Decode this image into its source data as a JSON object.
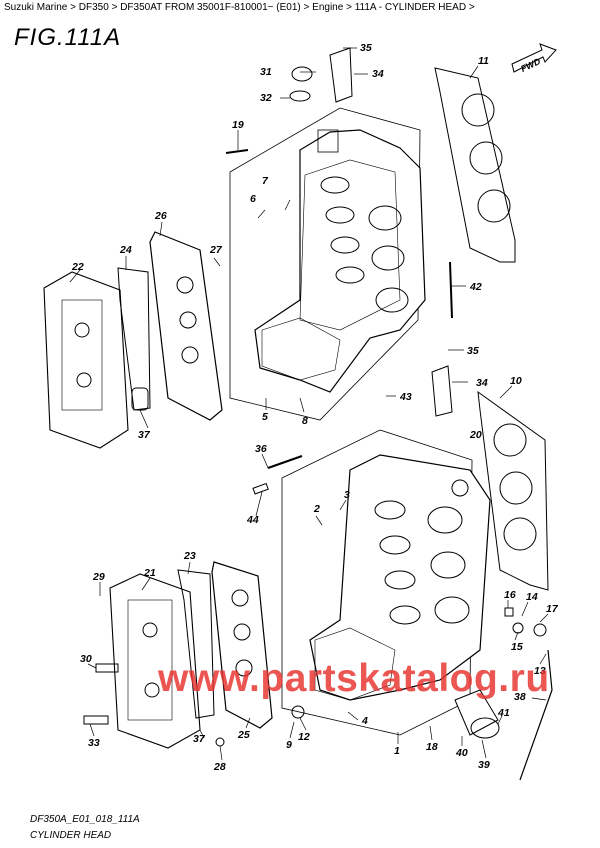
{
  "breadcrumb": [
    {
      "label": "Suzuki Marine"
    },
    {
      "label": "DF350"
    },
    {
      "label": "DF350AT FROM 35001F-810001~ (E01)"
    },
    {
      "label": "Engine"
    },
    {
      "label": "111A - CYLINDER HEAD"
    }
  ],
  "breadcrumb_sep": ">",
  "figure_title": "FIG.111A",
  "fwd_label": "FWD",
  "drawing_code": "DF350A_E01_018_111A",
  "caption": "CYLINDER HEAD",
  "watermark": "www.partskatalog.ru",
  "part_numbers": [
    "35",
    "31",
    "34",
    "32",
    "11",
    "19",
    "7",
    "6",
    "26",
    "24",
    "27",
    "22",
    "42",
    "5",
    "8",
    "35",
    "34",
    "43",
    "10",
    "37",
    "20",
    "36",
    "2",
    "3",
    "44",
    "23",
    "21",
    "29",
    "16",
    "14",
    "17",
    "15",
    "13",
    "30",
    "38",
    "41",
    "4",
    "33",
    "37",
    "28",
    "9",
    "12",
    "18",
    "40",
    "39",
    "25",
    "1"
  ]
}
